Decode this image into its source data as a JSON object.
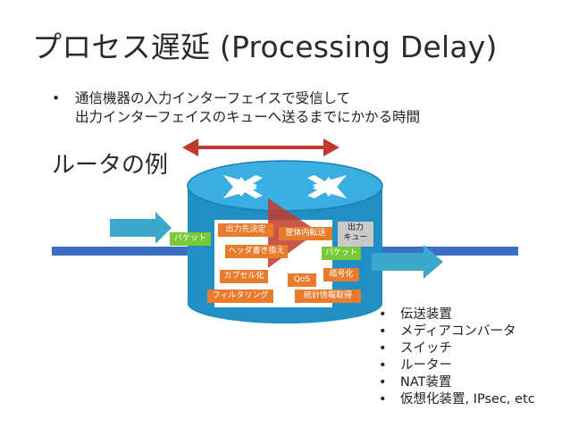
{
  "title": "プロセス遅延 (Processing Delay)",
  "intro_bullet": {
    "marker": "•",
    "line1": "通信機器の入力インターフェイスで受信して",
    "line2": "出力インターフェイスのキューへ送るまでにかかる時間"
  },
  "example_label": "ルータの例",
  "router": {
    "input_packet": "パケット",
    "output_queue_line1": "出力",
    "output_queue_line2": "キュー",
    "output_packet": "パケット",
    "functions": {
      "route_lookup": "出力先決定",
      "chassis_transfer": "筐体内転送",
      "header_rewrite": "ヘッダ書き換え",
      "encapsulation": "カプセル化",
      "qos": "QoS",
      "encryption": "暗号化",
      "filtering": "フィルタリング",
      "statistics": "統計情報取得"
    }
  },
  "device_list": {
    "marker": "•",
    "items": [
      "伝送装置",
      "メディアコンバータ",
      "スイッチ",
      "ルーター",
      "NAT装置",
      "仮想化装置, IPsec, etc"
    ]
  },
  "colors": {
    "cylinder": "#1f8fc4",
    "cylinder_top": "#3aaee0",
    "arrow_red": "#c0392b",
    "line_blue": "#3a6fc4",
    "arrow_teal": "#3ea7cc",
    "tag_orange": "#e87c2c",
    "tag_green": "#78c93a",
    "tag_gray": "#c9c9c9"
  },
  "icons": {
    "router_symbol": "four-arrows-router-icon",
    "transfer_arrow": "double-headed-arrow-icon"
  }
}
